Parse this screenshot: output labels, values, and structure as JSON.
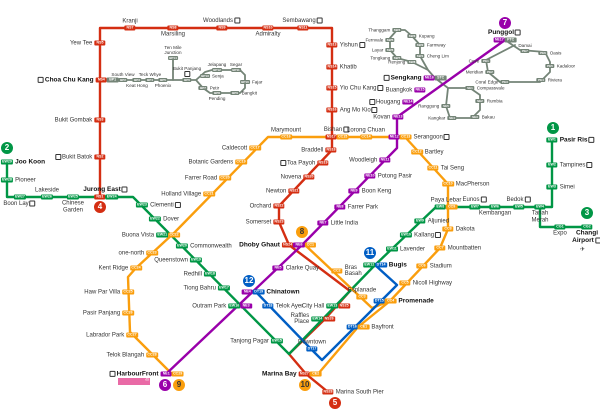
{
  "colors": {
    "NS": "#d42e12",
    "EW": "#009645",
    "CG": "#009645",
    "CC": "#fa9e0d",
    "CE": "#fa9e0d",
    "NE": "#9900aa",
    "DT": "#005ec4",
    "LRT": "#748477"
  },
  "line_badges": [
    {
      "number": "1",
      "line": "EW"
    },
    {
      "number": "2",
      "line": "EW"
    },
    {
      "number": "3",
      "line": "CG"
    },
    {
      "number": "4",
      "line": "NS"
    },
    {
      "number": "5",
      "line": "NS"
    },
    {
      "number": "6",
      "line": "NE"
    },
    {
      "number": "7",
      "line": "NE"
    },
    {
      "number": "8",
      "line": "CC"
    },
    {
      "number": "9",
      "line": "CC"
    },
    {
      "number": "10",
      "line": "CC"
    },
    {
      "number": "11",
      "line": "DT"
    },
    {
      "number": "12",
      "line": "DT"
    }
  ],
  "ferry_logo": "harbourfront ferry terminal",
  "stations": [
    {
      "name": "Kranji",
      "codes": [
        "NS7"
      ]
    },
    {
      "name": "Marsiling",
      "codes": [
        "NS8"
      ]
    },
    {
      "name": "Woodlands",
      "codes": [
        "NS9"
      ],
      "bus": true
    },
    {
      "name": "Admiralty",
      "codes": [
        "NS10"
      ]
    },
    {
      "name": "Sembawang",
      "codes": [
        "NS11"
      ],
      "bus": true
    },
    {
      "name": "Yishun",
      "codes": [
        "NS13"
      ],
      "bus": true
    },
    {
      "name": "Khatib",
      "codes": [
        "NS14"
      ]
    },
    {
      "name": "Yio Chu Kang",
      "codes": [
        "NS15"
      ],
      "bus": true
    },
    {
      "name": "Ang Mo Kio",
      "codes": [
        "NS16"
      ],
      "bus": true
    },
    {
      "name": "Bishan",
      "codes": [
        "NS17",
        "CC15"
      ],
      "bus": true
    },
    {
      "name": "Braddell",
      "codes": [
        "NS18"
      ]
    },
    {
      "name": "Toa Payoh",
      "codes": [
        "NS19"
      ],
      "bus": true
    },
    {
      "name": "Novena",
      "codes": [
        "NS20"
      ]
    },
    {
      "name": "Newton",
      "codes": [
        "NS21"
      ]
    },
    {
      "name": "Orchard",
      "codes": [
        "NS22"
      ]
    },
    {
      "name": "Somerset",
      "codes": [
        "NS23"
      ]
    },
    {
      "name": "Dhoby Ghaut",
      "codes": [
        "NS24",
        "NE6",
        "CC1"
      ]
    },
    {
      "name": "City Hall",
      "codes": [
        "EW13",
        "NS25"
      ]
    },
    {
      "name": "Raffles Place",
      "codes": [
        "EW14",
        "NS26"
      ]
    },
    {
      "name": "Marina Bay",
      "codes": [
        "NS27",
        "CE2"
      ]
    },
    {
      "name": "Marina South Pier",
      "codes": [
        "NS28"
      ]
    },
    {
      "name": "Yew Tee",
      "codes": [
        "NS5"
      ]
    },
    {
      "name": "Choa Chu Kang",
      "codes": [
        "NS4",
        "BP1"
      ],
      "bus": true
    },
    {
      "name": "Bukit Gombak",
      "codes": [
        "NS3"
      ]
    },
    {
      "name": "Bukit Batok",
      "codes": [
        "NS2"
      ],
      "bus": true
    },
    {
      "name": "Jurong East",
      "codes": [
        "NS1",
        "EW24"
      ],
      "bus": true
    },
    {
      "name": "Joo Koon",
      "codes": [
        "EW29"
      ]
    },
    {
      "name": "Pioneer",
      "codes": [
        "EW28"
      ]
    },
    {
      "name": "Boon Lay",
      "codes": [
        "EW27"
      ],
      "bus": true
    },
    {
      "name": "Lakeside",
      "codes": [
        "EW26"
      ]
    },
    {
      "name": "Chinese Garden",
      "codes": [
        "EW25"
      ]
    },
    {
      "name": "Clementi",
      "codes": [
        "EW23"
      ],
      "bus": true
    },
    {
      "name": "Dover",
      "codes": [
        "EW22"
      ]
    },
    {
      "name": "Buona Vista",
      "codes": [
        "EW21",
        "CC22"
      ]
    },
    {
      "name": "Commonwealth",
      "codes": [
        "EW20"
      ]
    },
    {
      "name": "Queenstown",
      "codes": [
        "EW19"
      ]
    },
    {
      "name": "Redhill",
      "codes": [
        "EW18"
      ]
    },
    {
      "name": "Tiong Bahru",
      "codes": [
        "EW17"
      ]
    },
    {
      "name": "Outram Park",
      "codes": [
        "EW16",
        "NE3"
      ]
    },
    {
      "name": "Tanjong Pagar",
      "codes": [
        "EW15"
      ]
    },
    {
      "name": "Bugis",
      "codes": [
        "EW12",
        "DT14"
      ]
    },
    {
      "name": "Lavender",
      "codes": [
        "EW11"
      ]
    },
    {
      "name": "Kallang",
      "codes": [
        "EW10"
      ],
      "bus": true
    },
    {
      "name": "Aljunied",
      "codes": [
        "EW9"
      ]
    },
    {
      "name": "Paya Lebar",
      "codes": [
        "EW8",
        "CC9"
      ]
    },
    {
      "name": "Eunos",
      "codes": [
        "EW7"
      ],
      "bus": true
    },
    {
      "name": "Kembangan",
      "codes": [
        "EW6"
      ]
    },
    {
      "name": "Bedok",
      "codes": [
        "EW5"
      ],
      "bus": true
    },
    {
      "name": "Tanah Merah",
      "codes": [
        "EW4"
      ]
    },
    {
      "name": "Simei",
      "codes": [
        "EW3"
      ]
    },
    {
      "name": "Tampines",
      "codes": [
        "EW2"
      ],
      "bus": true
    },
    {
      "name": "Pasir Ris",
      "codes": [
        "EW1"
      ],
      "bus": true
    },
    {
      "name": "Expo",
      "codes": [
        "CG1"
      ]
    },
    {
      "name": "Changi Airport",
      "codes": [
        "CG2"
      ],
      "bus": true
    },
    {
      "name": "Caldecott",
      "codes": [
        "CC17"
      ]
    },
    {
      "name": "Botanic Gardens",
      "codes": [
        "CC19"
      ]
    },
    {
      "name": "Farrer Road",
      "codes": [
        "CC20"
      ]
    },
    {
      "name": "Holland Village",
      "codes": [
        "CC21"
      ]
    },
    {
      "name": "one-north",
      "codes": [
        "CC23"
      ]
    },
    {
      "name": "Kent Ridge",
      "codes": [
        "CC24"
      ]
    },
    {
      "name": "Haw Par Villa",
      "codes": [
        "CC25"
      ]
    },
    {
      "name": "Pasir Panjang",
      "codes": [
        "CC26"
      ]
    },
    {
      "name": "Labrador Park",
      "codes": [
        "CC27"
      ]
    },
    {
      "name": "Telok Blangah",
      "codes": [
        "CC28"
      ]
    },
    {
      "name": "HarbourFront",
      "codes": [
        "NE1",
        "CC29"
      ],
      "bus": true
    },
    {
      "name": "Marymount",
      "codes": [
        "CC16"
      ]
    },
    {
      "name": "Lorong Chuan",
      "codes": [
        "CC14"
      ]
    },
    {
      "name": "Serangoon",
      "codes": [
        "NE12",
        "CC13"
      ],
      "bus": true
    },
    {
      "name": "Bartley",
      "codes": [
        "CC12"
      ]
    },
    {
      "name": "Tai Seng",
      "codes": [
        "CC11"
      ]
    },
    {
      "name": "MacPherson",
      "codes": [
        "CC10"
      ]
    },
    {
      "name": "Dakota",
      "codes": [
        "CC8"
      ]
    },
    {
      "name": "Mountbatten",
      "codes": [
        "CC7"
      ]
    },
    {
      "name": "Stadium",
      "codes": [
        "CC6"
      ]
    },
    {
      "name": "Nicoll Highway",
      "codes": [
        "CC5"
      ]
    },
    {
      "name": "Promenade",
      "codes": [
        "DT15",
        "CC4"
      ]
    },
    {
      "name": "Esplanade",
      "codes": [
        "CC3"
      ]
    },
    {
      "name": "Bras Basah",
      "codes": [
        "CC2"
      ]
    },
    {
      "name": "Bayfront",
      "codes": [
        "DT16",
        "CE1"
      ]
    },
    {
      "name": "Punggol",
      "codes": [
        "NE17",
        "PTC"
      ],
      "bus": true
    },
    {
      "name": "Sengkang",
      "codes": [
        "NE16",
        "STC"
      ],
      "bus": true
    },
    {
      "name": "Buangkok",
      "codes": [
        "NE15"
      ]
    },
    {
      "name": "Hougang",
      "codes": [
        "NE14"
      ],
      "bus": true
    },
    {
      "name": "Kovan",
      "codes": [
        "NE13"
      ]
    },
    {
      "name": "Woodleigh",
      "codes": [
        "NE11"
      ]
    },
    {
      "name": "Potong Pasir",
      "codes": [
        "NE10"
      ]
    },
    {
      "name": "Boon Keng",
      "codes": [
        "NE9"
      ]
    },
    {
      "name": "Farrer Park",
      "codes": [
        "NE8"
      ]
    },
    {
      "name": "Little India",
      "codes": [
        "NE7"
      ]
    },
    {
      "name": "Clarke Quay",
      "codes": [
        "NE5"
      ]
    },
    {
      "name": "Chinatown",
      "codes": [
        "NE4",
        "DT19"
      ]
    },
    {
      "name": "Telok Ayer",
      "codes": [
        "DT18"
      ]
    },
    {
      "name": "Downtown",
      "codes": [
        "DT17"
      ]
    },
    {
      "name": "South View",
      "codes": [
        "BP2"
      ]
    },
    {
      "name": "Keat Hong",
      "codes": [
        "BP3"
      ]
    },
    {
      "name": "Teck Whye",
      "codes": [
        "BP4"
      ]
    },
    {
      "name": "Phoenix",
      "codes": [
        "BP5"
      ]
    },
    {
      "name": "Ten Mile Junction",
      "codes": [
        "BP14"
      ]
    },
    {
      "name": "Bukit Panjang",
      "codes": [
        "BP6"
      ],
      "bus": true
    },
    {
      "name": "Senja",
      "codes": [
        "BP13"
      ]
    },
    {
      "name": "Jelapang",
      "codes": [
        "BP12"
      ]
    },
    {
      "name": "Segar",
      "codes": [
        "BP11"
      ]
    },
    {
      "name": "Fajar",
      "codes": [
        "BP10"
      ]
    },
    {
      "name": "Bangkit",
      "codes": [
        "BP9"
      ]
    },
    {
      "name": "Pending",
      "codes": [
        "BP8"
      ]
    },
    {
      "name": "Petir",
      "codes": [
        "BP7"
      ]
    },
    {
      "name": "Thanggam",
      "codes": [
        "SW4"
      ]
    },
    {
      "name": "Fernvale",
      "codes": [
        "SW5"
      ]
    },
    {
      "name": "Layar",
      "codes": [
        "SW6"
      ]
    },
    {
      "name": "Tongkang",
      "codes": [
        "SW7"
      ]
    },
    {
      "name": "Renjong",
      "codes": [
        "SW8"
      ]
    },
    {
      "name": "Cheng Lim",
      "codes": [
        "SW1"
      ]
    },
    {
      "name": "Farmway",
      "codes": [
        "SW2"
      ]
    },
    {
      "name": "Kupang",
      "codes": [
        "SW3"
      ]
    },
    {
      "name": "Compassvale",
      "codes": [
        "SE1"
      ]
    },
    {
      "name": "Rumbia",
      "codes": [
        "SE2"
      ]
    },
    {
      "name": "Bakau",
      "codes": [
        "SE3"
      ]
    },
    {
      "name": "Kangkar",
      "codes": [
        "SE4"
      ]
    },
    {
      "name": "Ranggung",
      "codes": [
        "SE5"
      ]
    },
    {
      "name": "Damai",
      "codes": [
        "PE7"
      ]
    },
    {
      "name": "Oasis",
      "codes": [
        "PE6"
      ]
    },
    {
      "name": "Kadaloor",
      "codes": [
        "PE5"
      ]
    },
    {
      "name": "Riviera",
      "codes": [
        "PE4"
      ]
    },
    {
      "name": "Coral Edge",
      "codes": [
        "PE3"
      ]
    },
    {
      "name": "Meridian",
      "codes": [
        "PE2"
      ]
    },
    {
      "name": "Cove",
      "codes": [
        "PE1"
      ]
    }
  ]
}
